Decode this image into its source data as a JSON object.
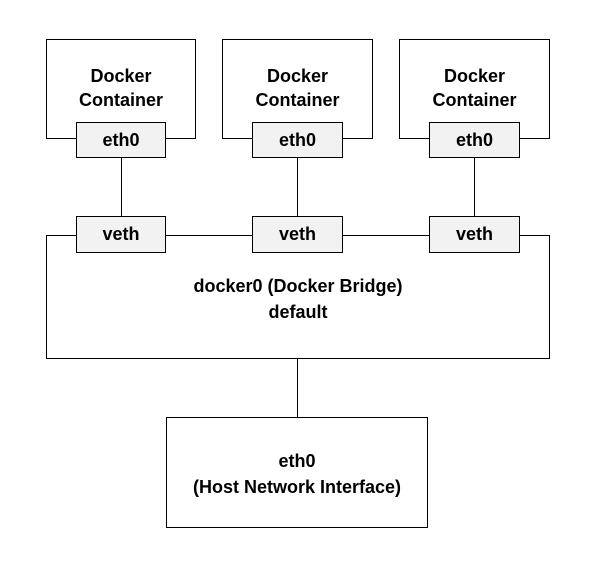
{
  "containers": [
    {
      "title_line1": "Docker",
      "title_line2": "Container",
      "interface": "eth0",
      "veth": "veth"
    },
    {
      "title_line1": "Docker",
      "title_line2": "Container",
      "interface": "eth0",
      "veth": "veth"
    },
    {
      "title_line1": "Docker",
      "title_line2": "Container",
      "interface": "eth0",
      "veth": "veth"
    }
  ],
  "bridge": {
    "title": "docker0 (Docker Bridge)",
    "subtitle": "default"
  },
  "host": {
    "interface": "eth0",
    "description": "(Host Network Interface)"
  }
}
